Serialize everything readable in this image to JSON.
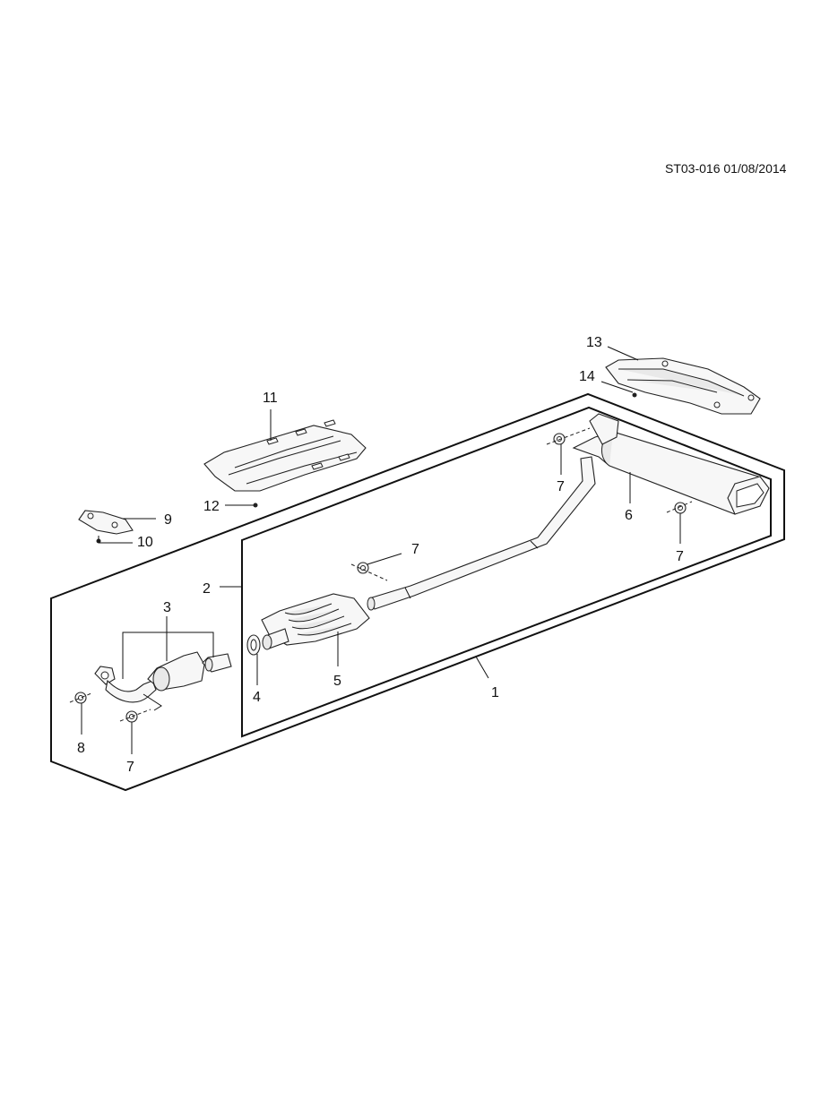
{
  "reference": "ST03-016 01/08/2014",
  "callouts": {
    "c1": "1",
    "c2": "2",
    "c3": "3",
    "c4": "4",
    "c5": "5",
    "c6": "6",
    "c7a": "7",
    "c7b": "7",
    "c7c": "7",
    "c7d": "7",
    "c8": "8",
    "c9": "9",
    "c10": "10",
    "c11": "11",
    "c12": "12",
    "c13": "13",
    "c14": "14"
  }
}
